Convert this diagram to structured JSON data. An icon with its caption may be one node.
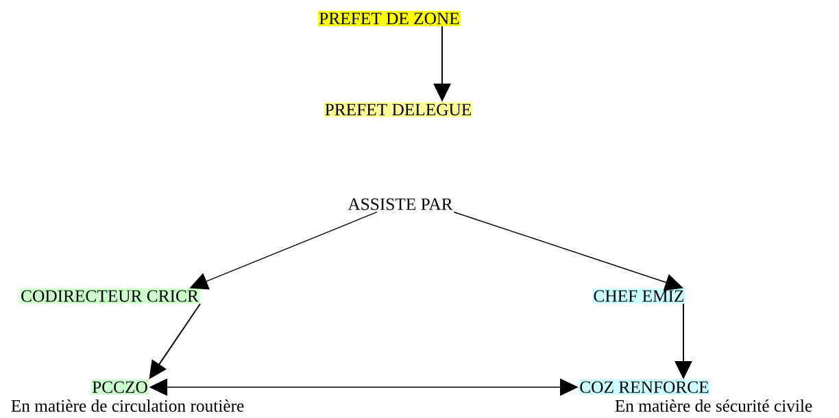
{
  "diagram": {
    "nodes": [
      {
        "text": [
          "PREFET DE ZONE"
        ]
      },
      {
        "text": [
          "PREFET DELEGUE"
        ]
      },
      {
        "text": [
          "ASSISTE PAR"
        ]
      },
      {
        "text": [
          "CODIRECTEUR CRICR"
        ]
      },
      {
        "text": [
          "CHEF EMIZ"
        ]
      },
      {
        "text": [
          "PCCZO"
        ],
        "beside": [
          "En matière de circulation routière"
        ]
      },
      {
        "text": [
          "COZ RENFORCE"
        ],
        "beside": [
          "En matière de sécurité civile"
        ]
      }
    ],
    "edges": [
      {
        "from": 0,
        "to": 1,
        "arrow": "to"
      },
      {
        "from": 2,
        "to": 3,
        "arrow": "to"
      },
      {
        "from": 2,
        "to": 4,
        "arrow": "to"
      },
      {
        "from": 3,
        "to": 5,
        "arrow": "to"
      },
      {
        "from": 4,
        "to": 6,
        "arrow": "to"
      },
      {
        "from": 5,
        "to": 6,
        "arrow": "both"
      }
    ]
  }
}
